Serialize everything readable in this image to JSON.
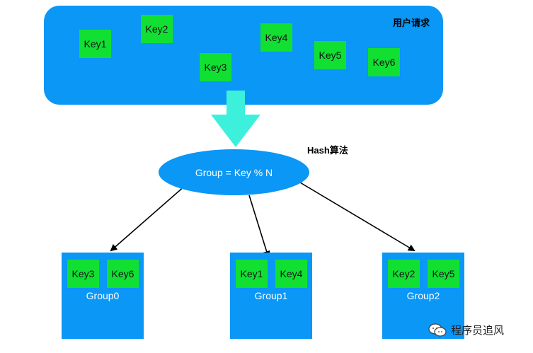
{
  "panel": {
    "title": "用户请求",
    "keys": [
      "Key1",
      "Key2",
      "Key3",
      "Key4",
      "Key5",
      "Key6"
    ]
  },
  "hash": {
    "label": "Hash算法",
    "formula": "Group = Key % N"
  },
  "groups": [
    {
      "name": "Group0",
      "keys": [
        "Key3",
        "Key6"
      ]
    },
    {
      "name": "Group1",
      "keys": [
        "Key1",
        "Key4"
      ]
    },
    {
      "name": "Group2",
      "keys": [
        "Key2",
        "Key5"
      ]
    }
  ],
  "watermark": {
    "text": "程序员追风",
    "icon": "wechat-icon"
  },
  "colors": {
    "blue": "#0a97f5",
    "green": "#11e033",
    "arrow": "#3cf0dc"
  }
}
